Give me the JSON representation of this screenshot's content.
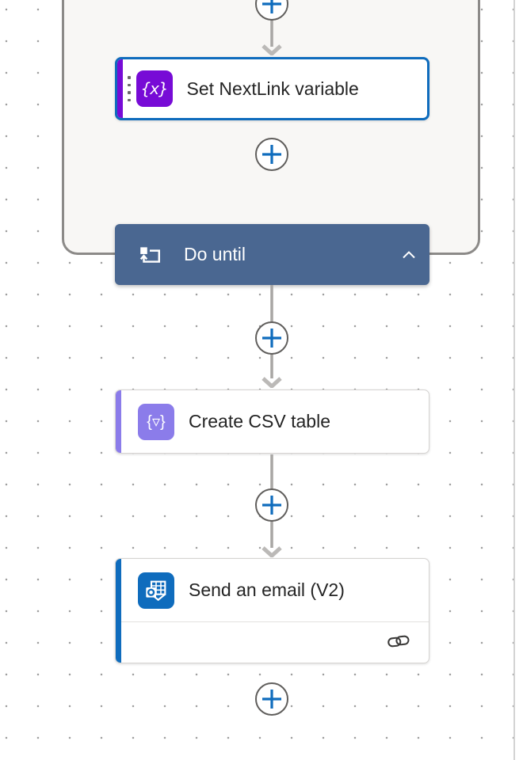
{
  "flow": {
    "scope": {
      "title": "Do until",
      "icon": "do-until-loop-icon",
      "collapse_icon": "chevron-up-icon",
      "header_color": "#4a6791",
      "fill_color": "#f8f7f5",
      "border_color": "#8c8a88"
    },
    "actions": [
      {
        "title": "Set NextLink variable",
        "icon": "variable-icon",
        "glyph": "{x}",
        "accent_color": "#770bd6",
        "selected": true
      },
      {
        "title": "Create CSV table",
        "icon": "data-operation-icon",
        "glyph": "{▿}",
        "accent_color": "#8b7cea",
        "selected": false
      },
      {
        "title": "Send an email (V2)",
        "icon": "outlook-icon",
        "accent_color": "#0f6cbd",
        "selected": false,
        "footer_icon": "link-icon"
      }
    ],
    "insert_button": {
      "icon": "plus-icon",
      "plus_color": "#0f6cbd"
    }
  },
  "colors": {
    "selection_border": "#0f6cbd",
    "connector_line": "#a8a6a4",
    "connector_arrow": "#bbb9b7",
    "canvas_dot": "#9f9f9f",
    "card_text": "#242424"
  }
}
